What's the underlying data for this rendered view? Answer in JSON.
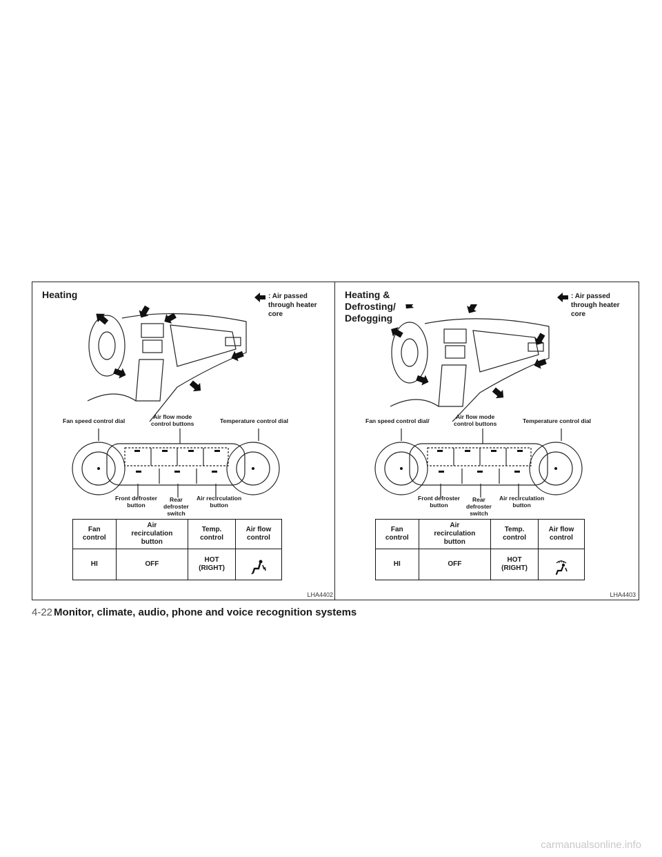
{
  "legend_text": ": Air passed\nthrough heater\ncore",
  "panels": [
    {
      "title": "Heating",
      "code": "LHA4402",
      "labels": {
        "fan": "Fan speed control dial",
        "mode": "Air flow mode\ncontrol buttons",
        "temp": "Temperature control dial",
        "front": "Front defroster\nbutton",
        "rear": "Rear\ndefroster\nswitch",
        "recirc": "Air recirculation\nbutton"
      },
      "table": {
        "headers": [
          "Fan\ncontrol",
          "Air\nrecirculation\nbutton",
          "Temp.\ncontrol",
          "Air flow\ncontrol"
        ],
        "values": [
          "HI",
          "OFF",
          "HOT\n(RIGHT)"
        ],
        "airflow_icon": "foot-vent-icon"
      }
    },
    {
      "title": "Heating &\nDefrosting/\nDefogging",
      "code": "LHA4403",
      "labels": {
        "fan": "Fan speed control dial/",
        "mode": "Air flow mode\ncontrol buttons",
        "temp": "Temperature control dial",
        "front": "Front defroster\nbutton",
        "rear": "Rear\ndefroster\nswitch",
        "recirc": "Air recirculation\nbutton"
      },
      "table": {
        "headers": [
          "Fan\ncontrol",
          "Air\nrecirculation\nbutton",
          "Temp.\ncontrol",
          "Air flow\ncontrol"
        ],
        "values": [
          "HI",
          "OFF",
          "HOT\n(RIGHT)"
        ],
        "airflow_icon": "defrost-foot-vent-icon"
      }
    }
  ],
  "footer": {
    "page": "4-22",
    "title": "Monitor, climate, audio, phone and voice recognition systems"
  },
  "watermark": "carmanualsonline.info"
}
